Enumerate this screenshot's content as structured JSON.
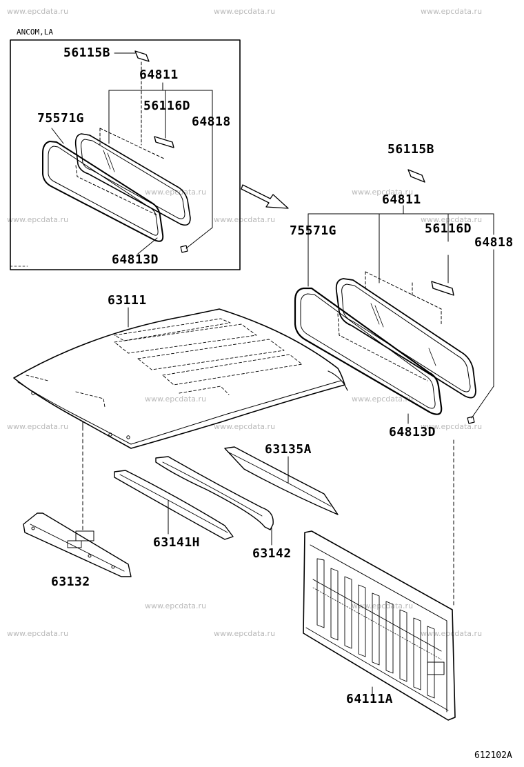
{
  "watermark_text": "www.epcdata.ru",
  "inset_note": "ANCOM,LA",
  "diagram_ref": "612102A",
  "labels": {
    "p56115B_inset": "56115B",
    "p64811_inset": "64811",
    "p56116D_inset": "56116D",
    "p75571G_inset": "75571G",
    "p64818_inset": "64818",
    "p64813D_inset": "64813D",
    "p56115B": "56115B",
    "p64811": "64811",
    "p75571G": "75571G",
    "p56116D": "56116D",
    "p64818": "64818",
    "p64813D": "64813D",
    "p63111": "63111",
    "p63135A": "63135A",
    "p63141H": "63141H",
    "p63142": "63142",
    "p63132": "63132",
    "p64111A": "64111A"
  },
  "colors": {
    "line": "#000000",
    "watermark": "#b9b9b9",
    "background": "#ffffff"
  }
}
